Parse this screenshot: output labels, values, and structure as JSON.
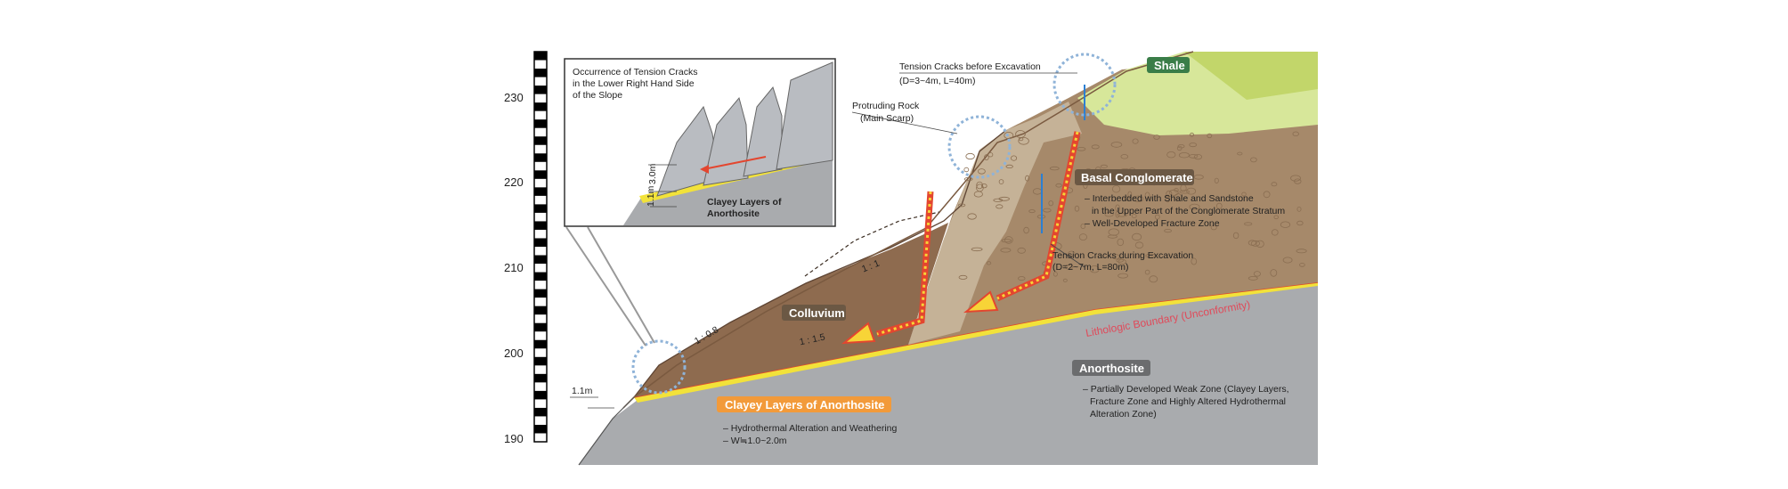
{
  "axis": {
    "ticks": [
      "230",
      "220",
      "210",
      "200",
      "190"
    ]
  },
  "inset": {
    "title_line1": "Occurrence of Tension Cracks",
    "title_line2": "in the Lower Right Hand Side",
    "title_line3": "of the Slope",
    "dim_upper": "3.0m",
    "dim_lower": "1.1m",
    "clay_line1": "Clayey Layers of",
    "clay_line2": "Anorthosite"
  },
  "labels": {
    "tension_before_1": "Tension Cracks before Excavation",
    "tension_before_2": "(D=3~4m, L=40m)",
    "shale": "Shale",
    "protruding_1": "Protruding Rock",
    "protruding_2": "(Main Scarp)",
    "basal": "Basal Conglomerate",
    "basal_note1": "– Interbedded with Shale and Sandstone",
    "basal_note2": "in the Upper Part of the Conglomerate Stratum",
    "basal_note3": "– Well-Developed Fracture Zone",
    "tension_during_1": "Tension Cracks during Excavation",
    "tension_during_2": "(D=2~7m, L=80m)",
    "slope_ratio": "1 : 1",
    "slope_left": "1 : 0.8",
    "colluvium": "Colluvium",
    "colluvium_ratio": "1 : 1.5",
    "boundary": "Lithologic Boundary (Unconformity)",
    "anorthosite": "Anorthosite",
    "anor_note1": "– Partially Developed Weak Zone (Clayey Layers,",
    "anor_note2": "Fracture Zone and Highly Altered Hydrothermal",
    "anor_note3": "Alteration Zone)",
    "dim_left": "1.1m",
    "clayey": "Clayey Layers of Anorthosite",
    "clayey_note1": "– Hydrothermal Alteration and Weathering",
    "clayey_note2": "– W≒1.0~2.0m"
  },
  "colors": {
    "shale": "#d7e79a",
    "conglomerate": "#a6896a",
    "colluvium": "#8e6b4f",
    "anorthosite": "#a9abae",
    "clay": "#f2e23a",
    "arrow_red": "#e3462f",
    "arrow_yellow": "#f7d437",
    "shale_tag": "#3a7d48",
    "dark_tag": "#6b5844",
    "clay_tag": "#f29a3a"
  }
}
